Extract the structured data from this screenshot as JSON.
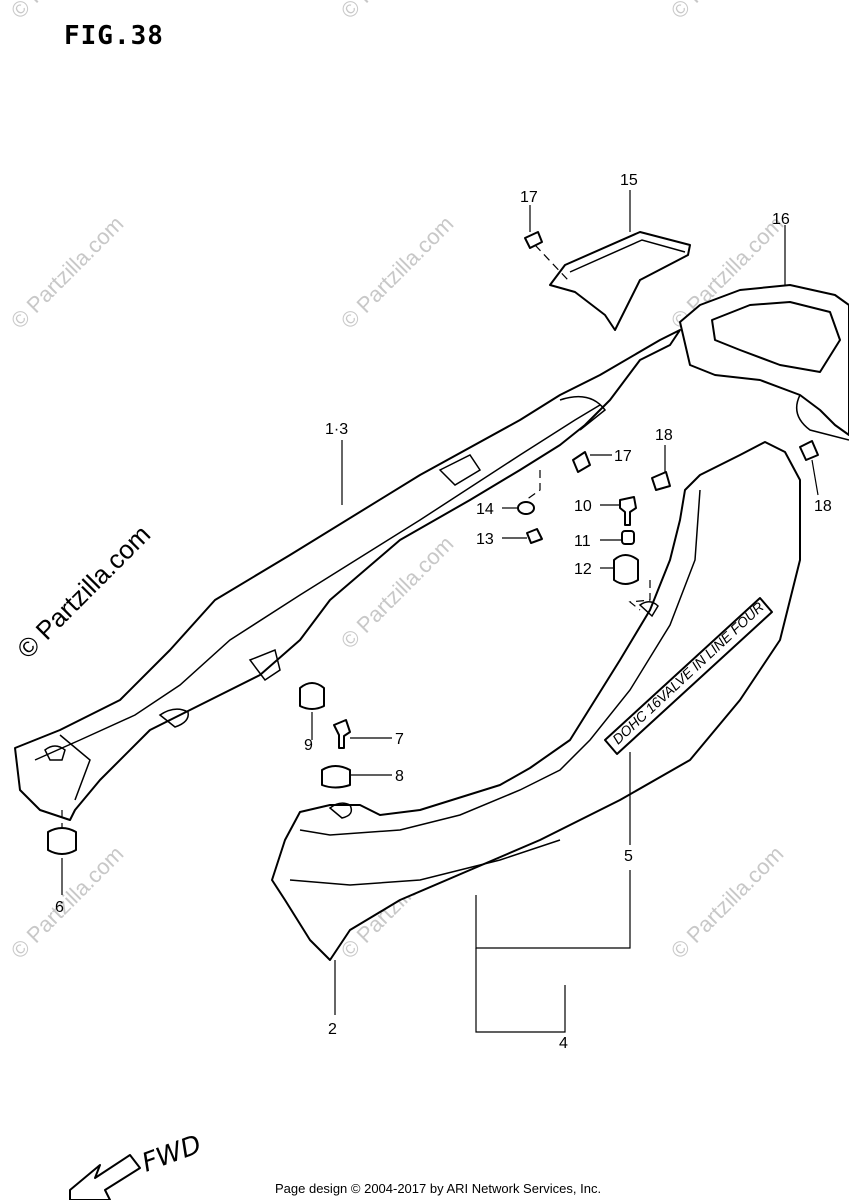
{
  "figure": {
    "title": "FIG.38"
  },
  "callouts": [
    {
      "id": "c1",
      "text": "1·3"
    },
    {
      "id": "c2",
      "text": "2"
    },
    {
      "id": "c4",
      "text": "4"
    },
    {
      "id": "c5a",
      "text": "5"
    },
    {
      "id": "c5b",
      "text": "5"
    },
    {
      "id": "c6",
      "text": "6"
    },
    {
      "id": "c7",
      "text": "7"
    },
    {
      "id": "c8",
      "text": "8"
    },
    {
      "id": "c9",
      "text": "9"
    },
    {
      "id": "c10",
      "text": "10"
    },
    {
      "id": "c11",
      "text": "11"
    },
    {
      "id": "c12",
      "text": "12"
    },
    {
      "id": "c13",
      "text": "13"
    },
    {
      "id": "c14",
      "text": "14"
    },
    {
      "id": "c15",
      "text": "15"
    },
    {
      "id": "c16",
      "text": "16"
    },
    {
      "id": "c17a",
      "text": "17"
    },
    {
      "id": "c17b",
      "text": "17"
    },
    {
      "id": "c18a",
      "text": "18"
    },
    {
      "id": "c18b",
      "text": "18"
    }
  ],
  "emblem_text": "DOHC 16VALVE IN LINE FOUR",
  "direction_label": "FWD",
  "watermark": {
    "text": "© Partzilla.com",
    "large_text": "© Partzilla.com"
  },
  "footer": {
    "text": "Page design © 2004-2017 by ARI Network Services, Inc."
  },
  "icons": [
    "fwd-arrow-icon"
  ]
}
